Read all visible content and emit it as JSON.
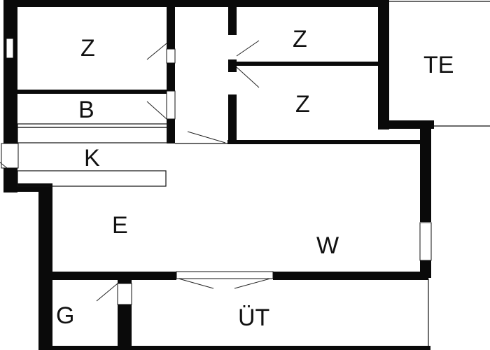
{
  "rooms": {
    "z1": "Z",
    "z2": "Z",
    "z3": "Z",
    "b": "B",
    "k": "K",
    "e": "E",
    "w": "W",
    "g": "G",
    "ut": "ÜT",
    "te": "TE"
  },
  "colors": {
    "wall": "#0a0a0a",
    "background": "#ffffff"
  }
}
